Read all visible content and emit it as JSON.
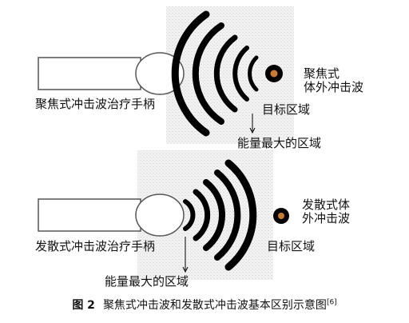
{
  "top_panel": {
    "handle_label": "聚焦式冲击波治疗手柄",
    "wave_label_line1": "聚焦式",
    "wave_label_line2": "体外冲击波",
    "target_label": "目标区域",
    "max_energy_label": "能量最大的区域"
  },
  "bottom_panel": {
    "handle_label": "发散式冲击波治疗手柄",
    "wave_label_line1": "发散式体",
    "wave_label_line2": "外冲击波",
    "target_label": "目标区域",
    "max_energy_label": "能量最大的区域"
  },
  "caption": {
    "figure_number": "图 2",
    "text": "聚焦式冲击波和发散式冲击波基本区别示意图",
    "citation": "[6]"
  },
  "colors": {
    "wave": "#000000",
    "target_fill": "#c97b35",
    "target_ring": "#000000",
    "background_texture": "#e8e8e8"
  }
}
